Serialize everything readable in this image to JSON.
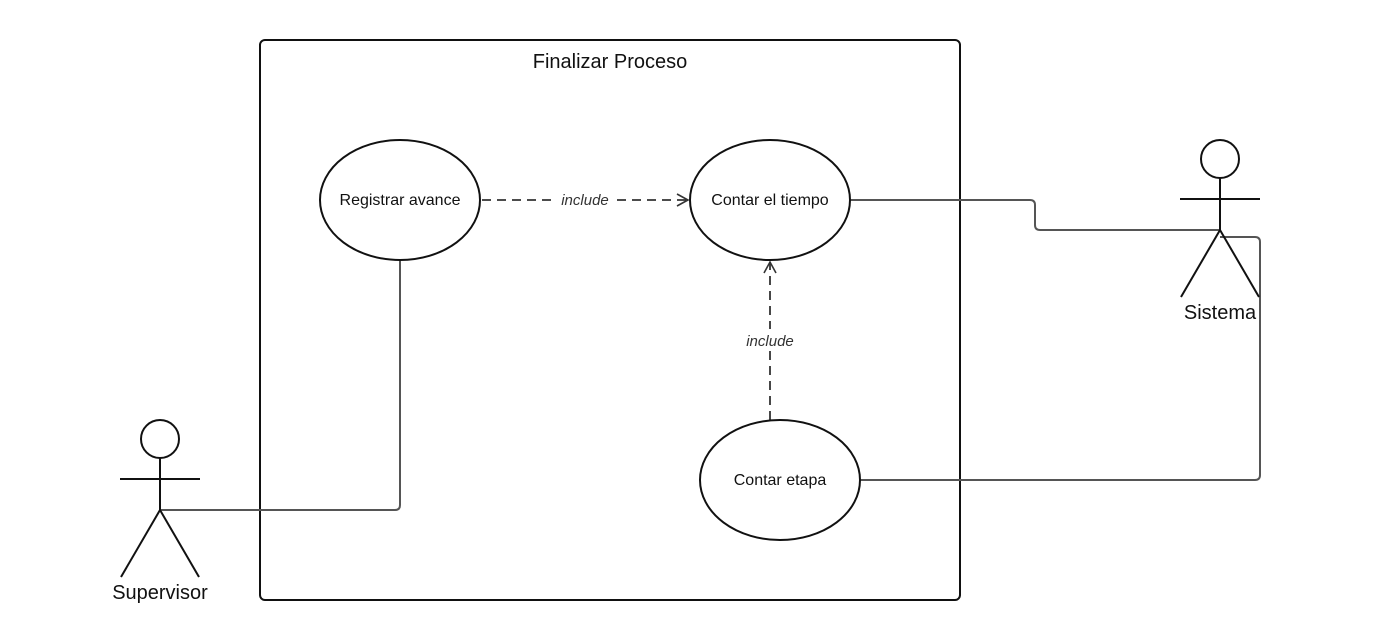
{
  "system": {
    "title": "Finalizar Proceso"
  },
  "use_cases": {
    "registrar": "Registrar avance",
    "contar_tiempo": "Contar el tiempo",
    "contar_etapa": "Contar etapa"
  },
  "actors": {
    "supervisor": "Supervisor",
    "sistema": "Sistema"
  },
  "relations": {
    "include_1": "include",
    "include_2": "include"
  },
  "colors": {
    "stroke": "#111111",
    "association": "#555555",
    "background": "#ffffff"
  }
}
